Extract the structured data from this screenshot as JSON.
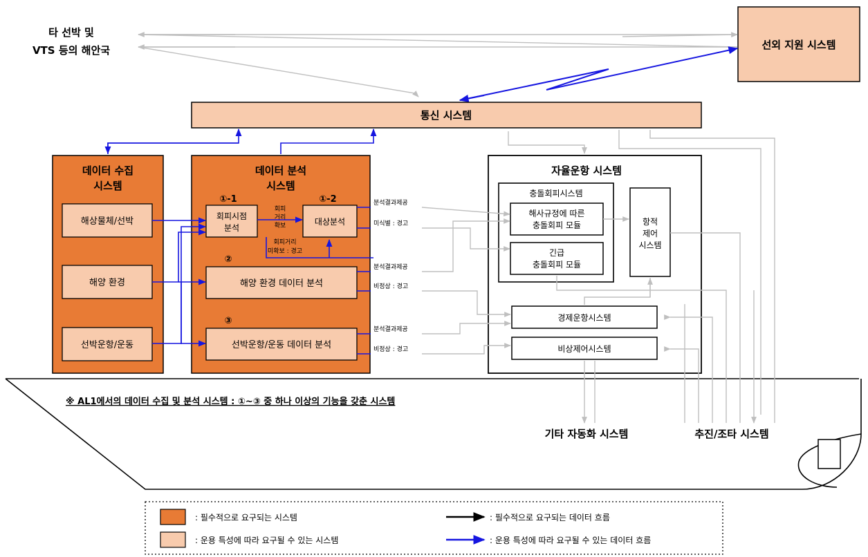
{
  "external": {
    "other_ships_line1": "타 선박 및",
    "other_ships_line2": "VTS 등의 해안국",
    "offship_support": "선외 지원 시스템"
  },
  "comm_system": "통신 시스템",
  "data_collection": {
    "title_line1": "데이터 수집",
    "title_line2": "시스템",
    "items": [
      "해상물체/선박",
      "해양 환경",
      "선박운항/운동"
    ]
  },
  "data_analysis": {
    "title_line1": "데이터 분석",
    "title_line2": "시스템",
    "label_1_1": "①-1",
    "label_1_2": "①-2",
    "label_2": "②",
    "label_3": "③",
    "collision_point_line1": "회피시점",
    "collision_point_line2": "분석",
    "target_analysis": "대상분석",
    "avoid_secured_line1": "회피",
    "avoid_secured_line2": "거리",
    "avoid_secured_line3": "확보",
    "avoid_unsecured_line1": "회피거리",
    "avoid_unsecured_line2": "미확보 : 경고",
    "marine_env_analysis": "해양 환경 데이터 분석",
    "ship_ops_analysis": "선박운항/운동 데이터 분석"
  },
  "flow_labels": {
    "result_provide": "분석결과제공",
    "unidentified_warning": "미식별 : 경고",
    "abnormal_warning": "비정상 : 경고"
  },
  "autonomous": {
    "title": "자율운항 시스템",
    "collision_system": "충돌회피시스템",
    "colregs_module_line1": "해사규정에 따른",
    "colregs_module_line2": "충돌회피 모듈",
    "emergency_module_line1": "긴급",
    "emergency_module_line2": "충돌회피 모듈",
    "track_control_line1": "항적",
    "track_control_line2": "제어",
    "track_control_line3": "시스템",
    "economic": "경제운항시스템",
    "emergency_control": "비상제어시스템"
  },
  "bottom_systems": {
    "other_automation": "기타 자동화 시스템",
    "propulsion": "추진/조타 시스템"
  },
  "note": "※ AL1에서의 데이터 수집 및 분석 시스템 : ①~③ 중 하나 이상의 기능을 갖춘 시스템",
  "legend": {
    "required_system": ": 필수적으로 요구되는 시스템",
    "optional_system": ": 운용 특성에 따라 요구될 수 있는 시스템",
    "required_flow": ": 필수적으로 요구되는 데이터 흐름",
    "optional_flow": ": 운용 특성에 따라 요구될 수 있는 데이터 흐름"
  },
  "colors": {
    "required_fill": "#E87B35",
    "optional_fill": "#F8CBAD",
    "blue_flow": "#1515E0",
    "grey_flow": "#BFBFBF"
  }
}
